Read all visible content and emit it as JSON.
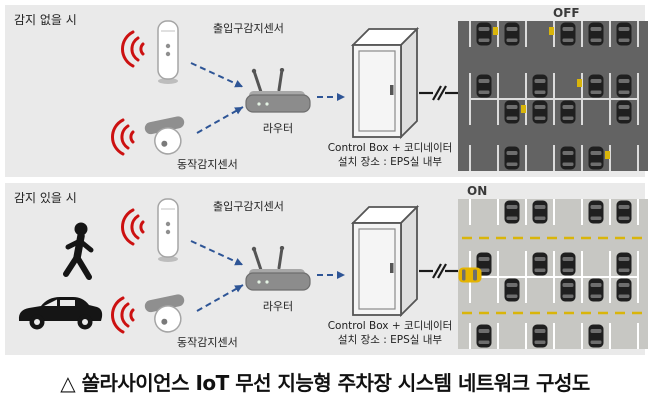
{
  "panels": [
    {
      "title": "감지 없을 시",
      "entrance_sensor_label": "출입구감지센서",
      "motion_sensor_label": "동작감지센서",
      "router_label": "라우터",
      "control_box_label_1": "Control Box + 코디네이터",
      "control_box_label_2": "설치 장소 : EPS실 내부",
      "parking_state": "OFF"
    },
    {
      "title": "감지 있을 시",
      "entrance_sensor_label": "출입구감지센서",
      "motion_sensor_label": "동작감지센서",
      "router_label": "라우터",
      "control_box_label_1": "Control Box + 코디네이터",
      "control_box_label_2": "설치 장소 : EPS실 내부",
      "parking_state": "ON"
    }
  ],
  "caption": "△ 쏠라사이언스 IoT 무선 지능형 주차장 시스템 네트워크 구성도",
  "colors": {
    "panel_bg": "#eaeaea",
    "arrow_blue": "#2e5596",
    "wave_red": "#cc1111",
    "lot_off_bg": "#636363",
    "lot_on_bg": "#c7c7c3",
    "lane_yellow": "#d9b50a",
    "car_dark": "#1f1f1f",
    "car_yellow": "#e5b400"
  }
}
